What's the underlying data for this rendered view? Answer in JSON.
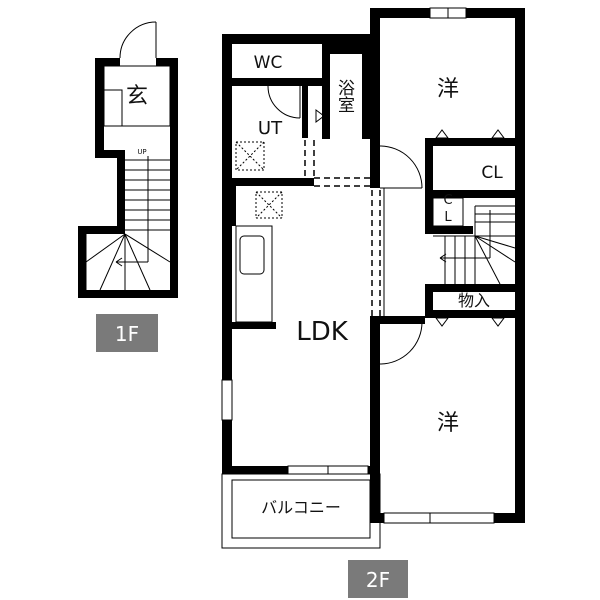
{
  "floors": {
    "first": {
      "label": "1F"
    },
    "second": {
      "label": "2F"
    }
  },
  "rooms": {
    "genkan": "玄",
    "up": "UP",
    "wc": "WC",
    "bath": "浴室",
    "ut": "UT",
    "ldk": "LDK",
    "western_top": "洋",
    "western_bottom": "洋",
    "cl_large": "CL",
    "cl_small_top": "C",
    "cl_small_bottom": "L",
    "storage": "物入",
    "balcony": "バルコニー"
  },
  "colors": {
    "wall": "#000000",
    "badge": "#7a7a7a",
    "badge_text": "#ffffff"
  }
}
